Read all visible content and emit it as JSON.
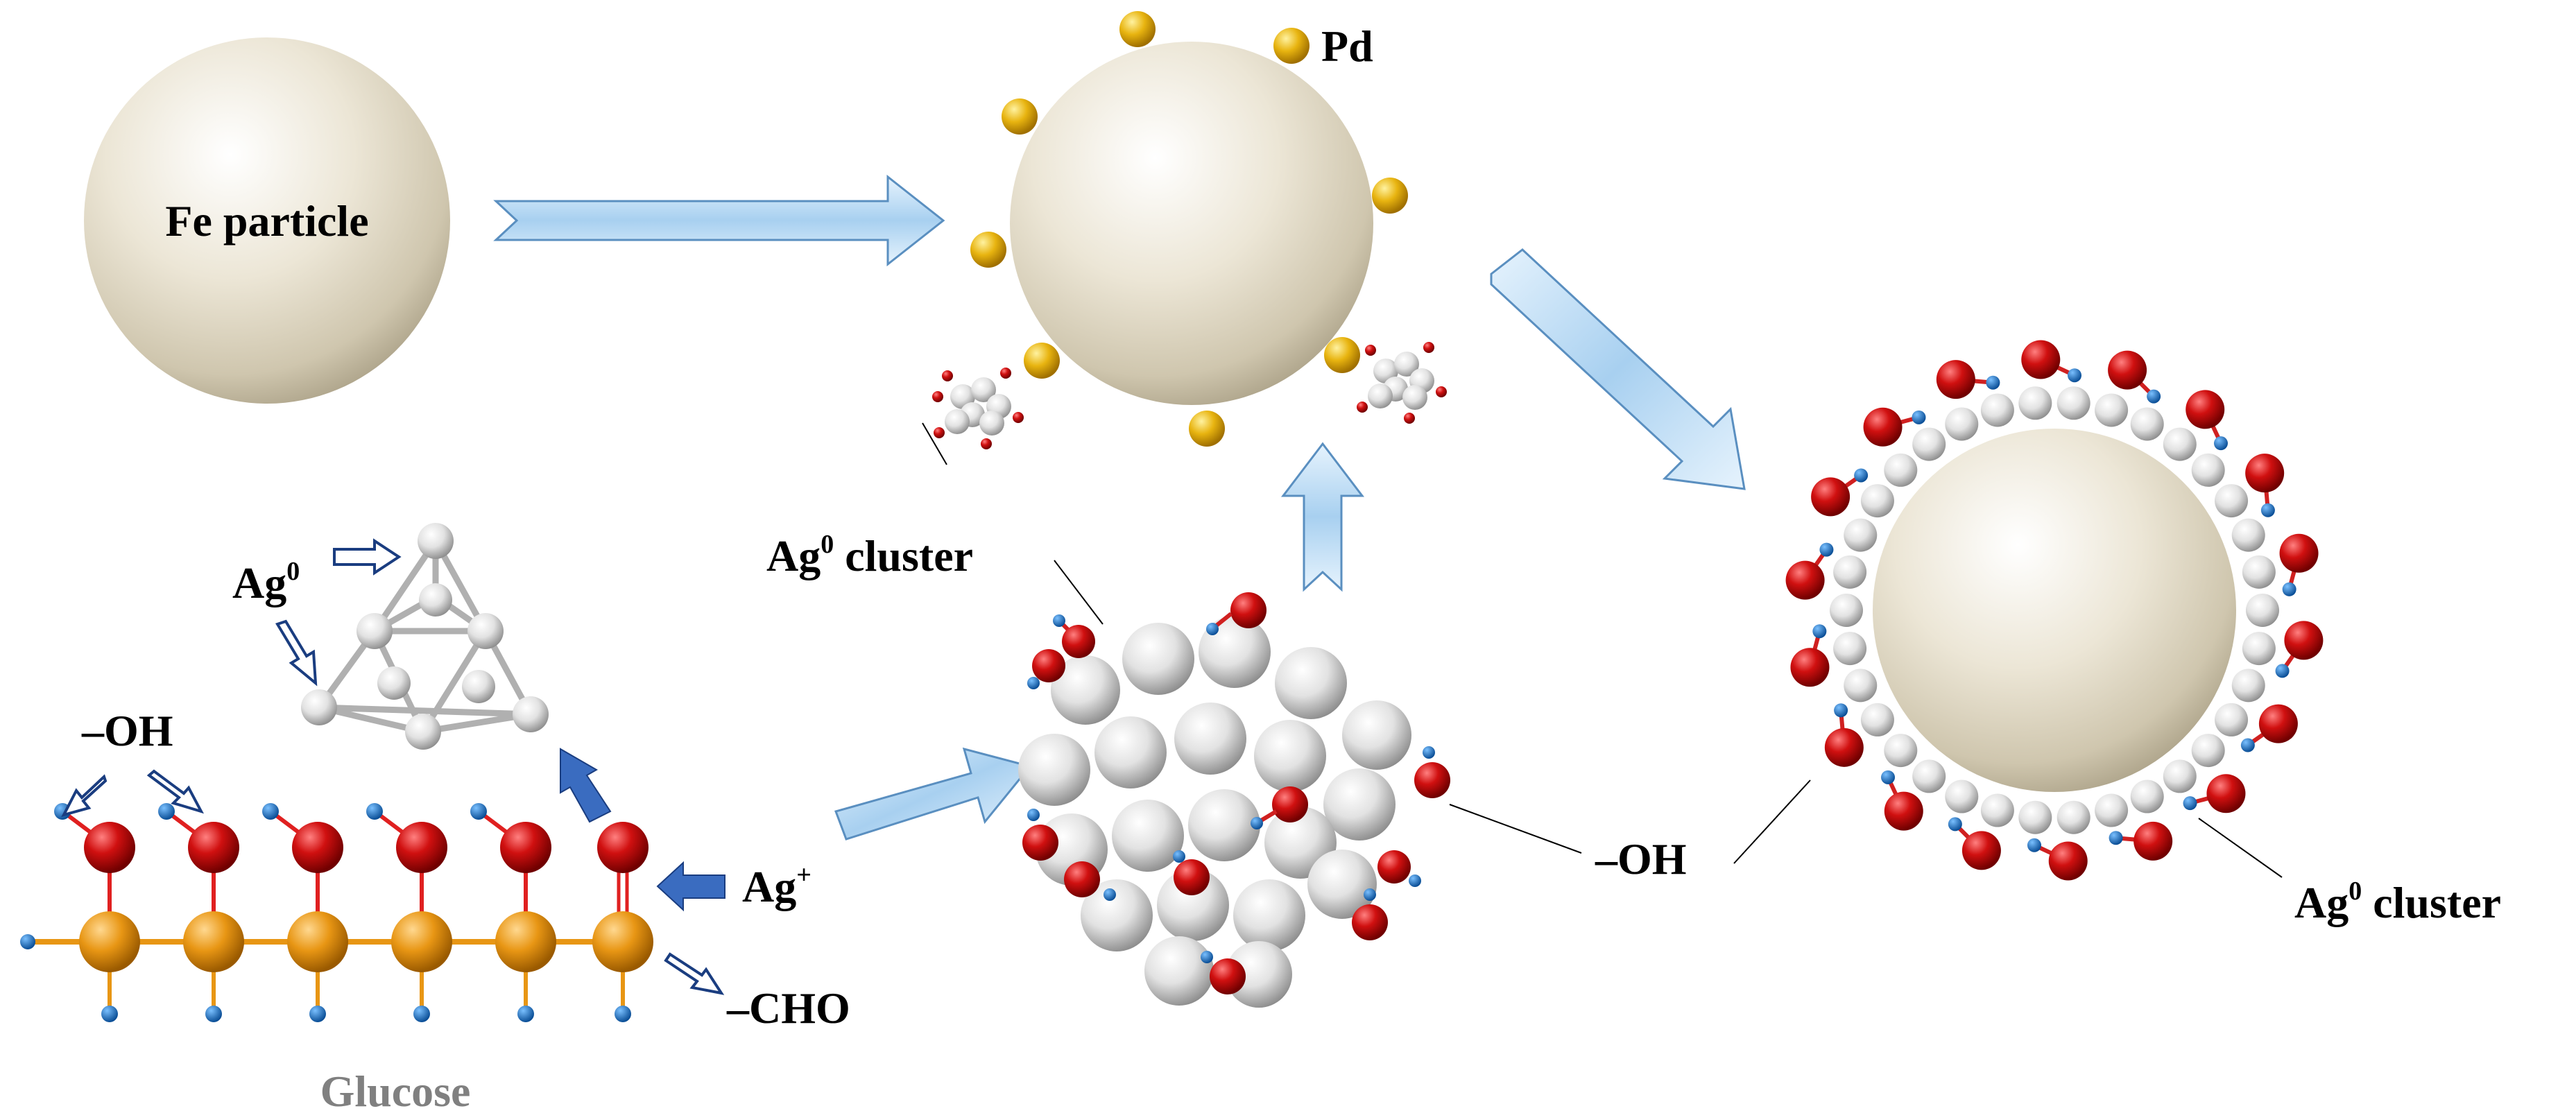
{
  "labels": {
    "fe_particle": "Fe particle",
    "pd": "Pd",
    "ag0_cluster_center": "Ag",
    "ag0_cluster_center_sup": "0",
    "ag0_cluster_center_tail": " cluster",
    "ag0_cluster_right": "Ag",
    "ag0_cluster_right_sup": "0",
    "ag0_cluster_right_tail": " cluster",
    "ag0_left": "Ag",
    "ag0_left_sup": "0",
    "oh_left": "–OH",
    "oh_right": "–OH",
    "ag_plus": "Ag",
    "ag_plus_sup": "+",
    "cho": "–CHO",
    "glucose": "Glucose"
  },
  "colors": {
    "fe_sphere": "#e8e2d2",
    "pd_atom": "#e8b410",
    "oxygen": "#c80a0a",
    "hydrogen": "#1e6eb4",
    "carbon": "#e89614",
    "silver": "#d8d8d8",
    "process_arrow": "#a8d0f0",
    "reaction_arrow": "#3a6cc0"
  }
}
